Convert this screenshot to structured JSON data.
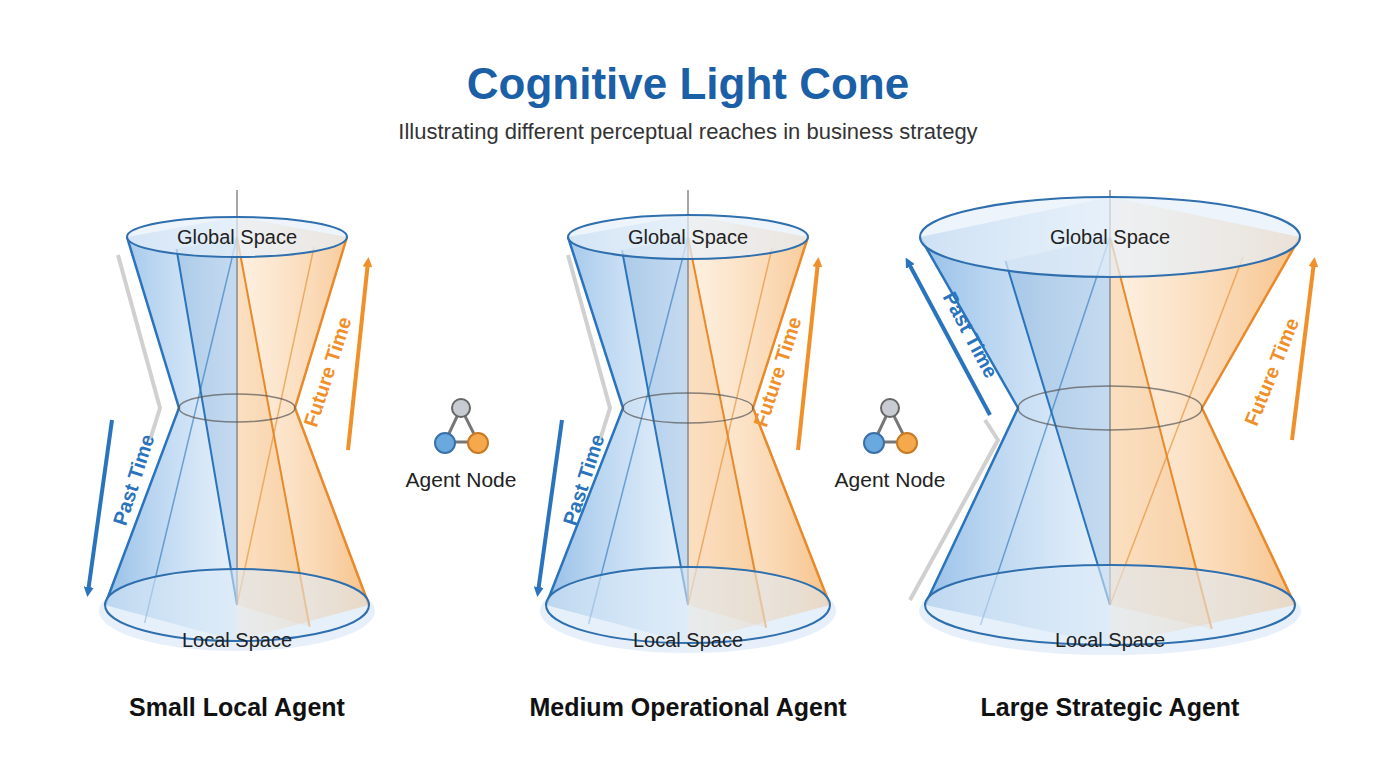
{
  "diagram": {
    "title": "Cognitive Light Cone",
    "caption": "Illustrating different perceptual reaches in business strategy",
    "nodes": [
      {
        "text": [
          "Global Space",
          "Local Space",
          "Small Local Agent"
        ]
      },
      {
        "text": [
          "Global Space",
          "Local Space",
          "Medium Operational Agent"
        ]
      },
      {
        "text": [
          "Global Space",
          "Local Space",
          "Large Strategic Agent"
        ]
      }
    ],
    "edges": [],
    "labels": [
      "Past Time",
      "Future Time",
      "Agent Node",
      "Past Time",
      "Future Time",
      "Agent Node",
      "Past Time",
      "Future Time"
    ]
  }
}
